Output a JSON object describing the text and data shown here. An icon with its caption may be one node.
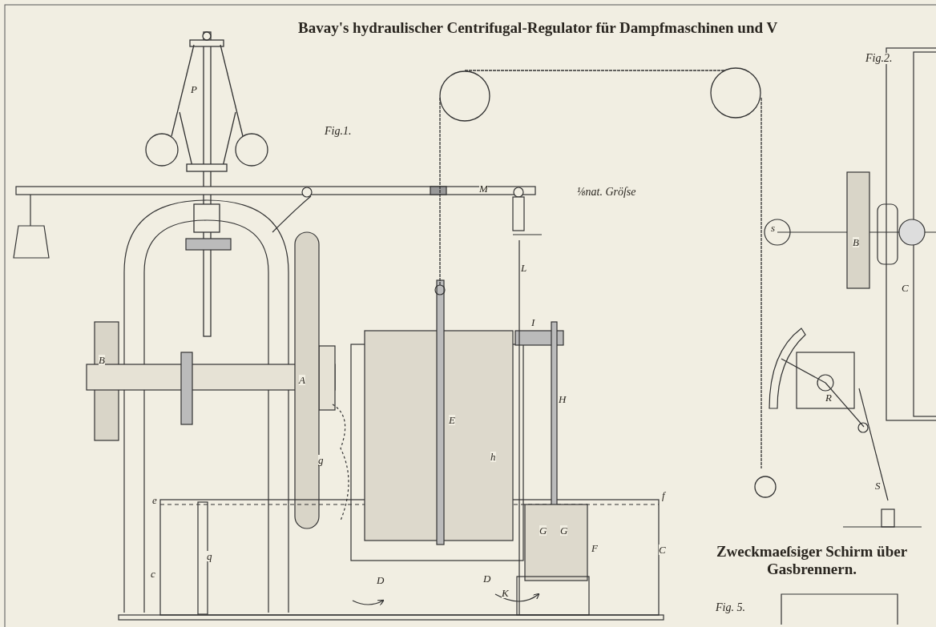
{
  "diagram": {
    "title": "Bavay's hydraulischer Centrifugal-Regulator für Dampfmaschinen und V",
    "labels": [
      "Fig.2.",
      "P",
      "Fig.1.",
      "M",
      "⅛nat. Gröſse",
      "s",
      "L",
      "B",
      "C",
      "I",
      "B",
      "A",
      "H",
      "E",
      "R",
      "g",
      "h",
      "S",
      "e",
      "f",
      "Zweckmaeſsiger Schirm über Gasbrennern.",
      "C",
      "q",
      "G",
      "G",
      "F",
      "c",
      "D",
      "D",
      "K",
      "Fig. 5."
    ]
  }
}
